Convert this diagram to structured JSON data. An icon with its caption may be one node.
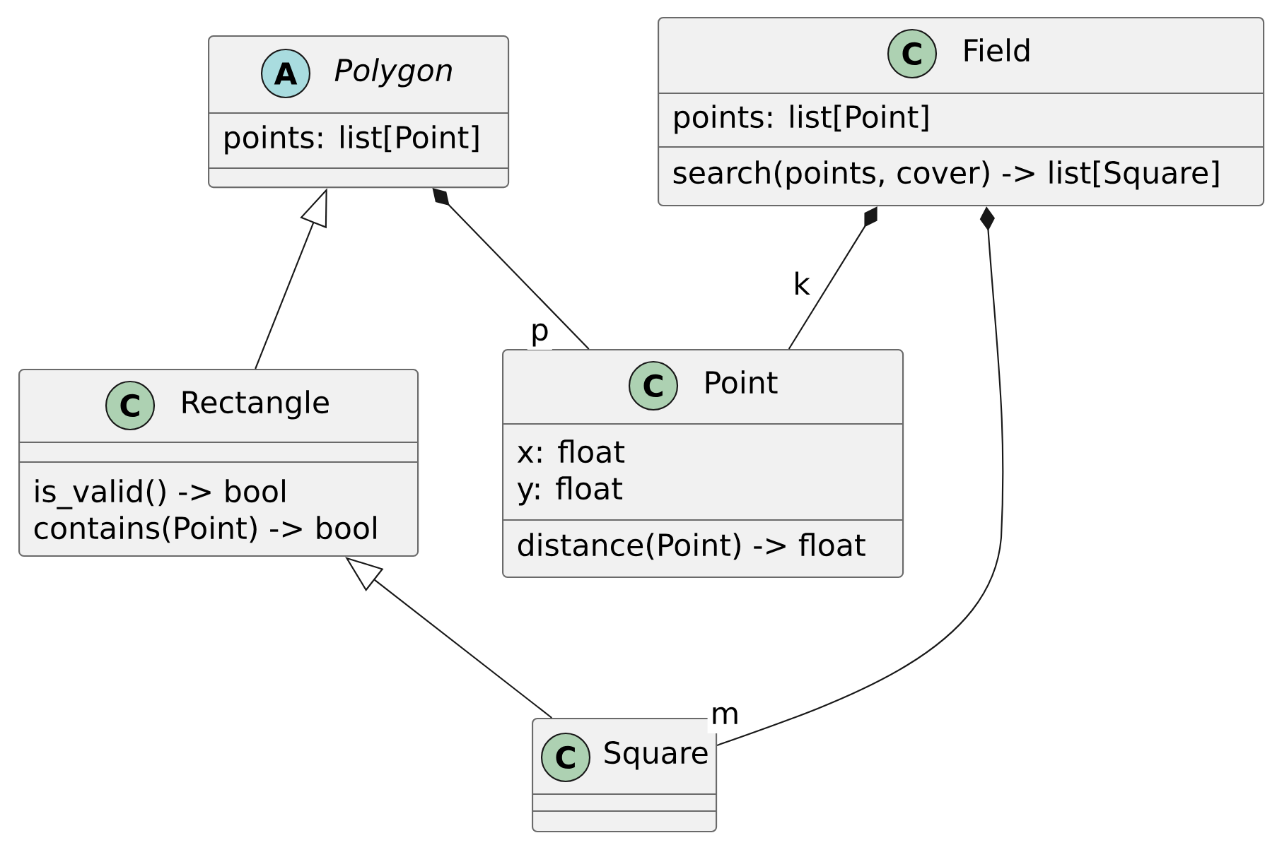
{
  "diagram": {
    "nodes": [
      {
        "text": [
          "Polygon",
          "points: list[Point]"
        ]
      },
      {
        "text": [
          "A"
        ],
        "in": 0
      },
      {
        "text": [
          "Field",
          "points: list[Point]",
          "search(points, cover) -> list[Square]"
        ]
      },
      {
        "text": [
          "C"
        ],
        "in": 2
      },
      {
        "text": [
          "Rectangle",
          "is_valid() -> bool",
          "contains(Point) -> bool"
        ]
      },
      {
        "text": [
          "C"
        ],
        "in": 4
      },
      {
        "text": [
          "Point",
          "x: float",
          "y: float",
          "distance(Point) -> float"
        ]
      },
      {
        "text": [
          "C"
        ],
        "in": 6
      },
      {
        "text": [
          "Square"
        ]
      },
      {
        "text": [
          "C"
        ],
        "in": 8
      }
    ],
    "edges": [
      {
        "from": 4,
        "to": 0,
        "arrow": "to"
      },
      {
        "from": 0,
        "to": 6,
        "arrow": "other",
        "label": "p"
      },
      {
        "from": 2,
        "to": 6,
        "arrow": "other",
        "label": "k"
      },
      {
        "from": 2,
        "to": 8,
        "arrow": "other",
        "label": "m"
      },
      {
        "from": 8,
        "to": 4,
        "arrow": "to"
      }
    ]
  }
}
